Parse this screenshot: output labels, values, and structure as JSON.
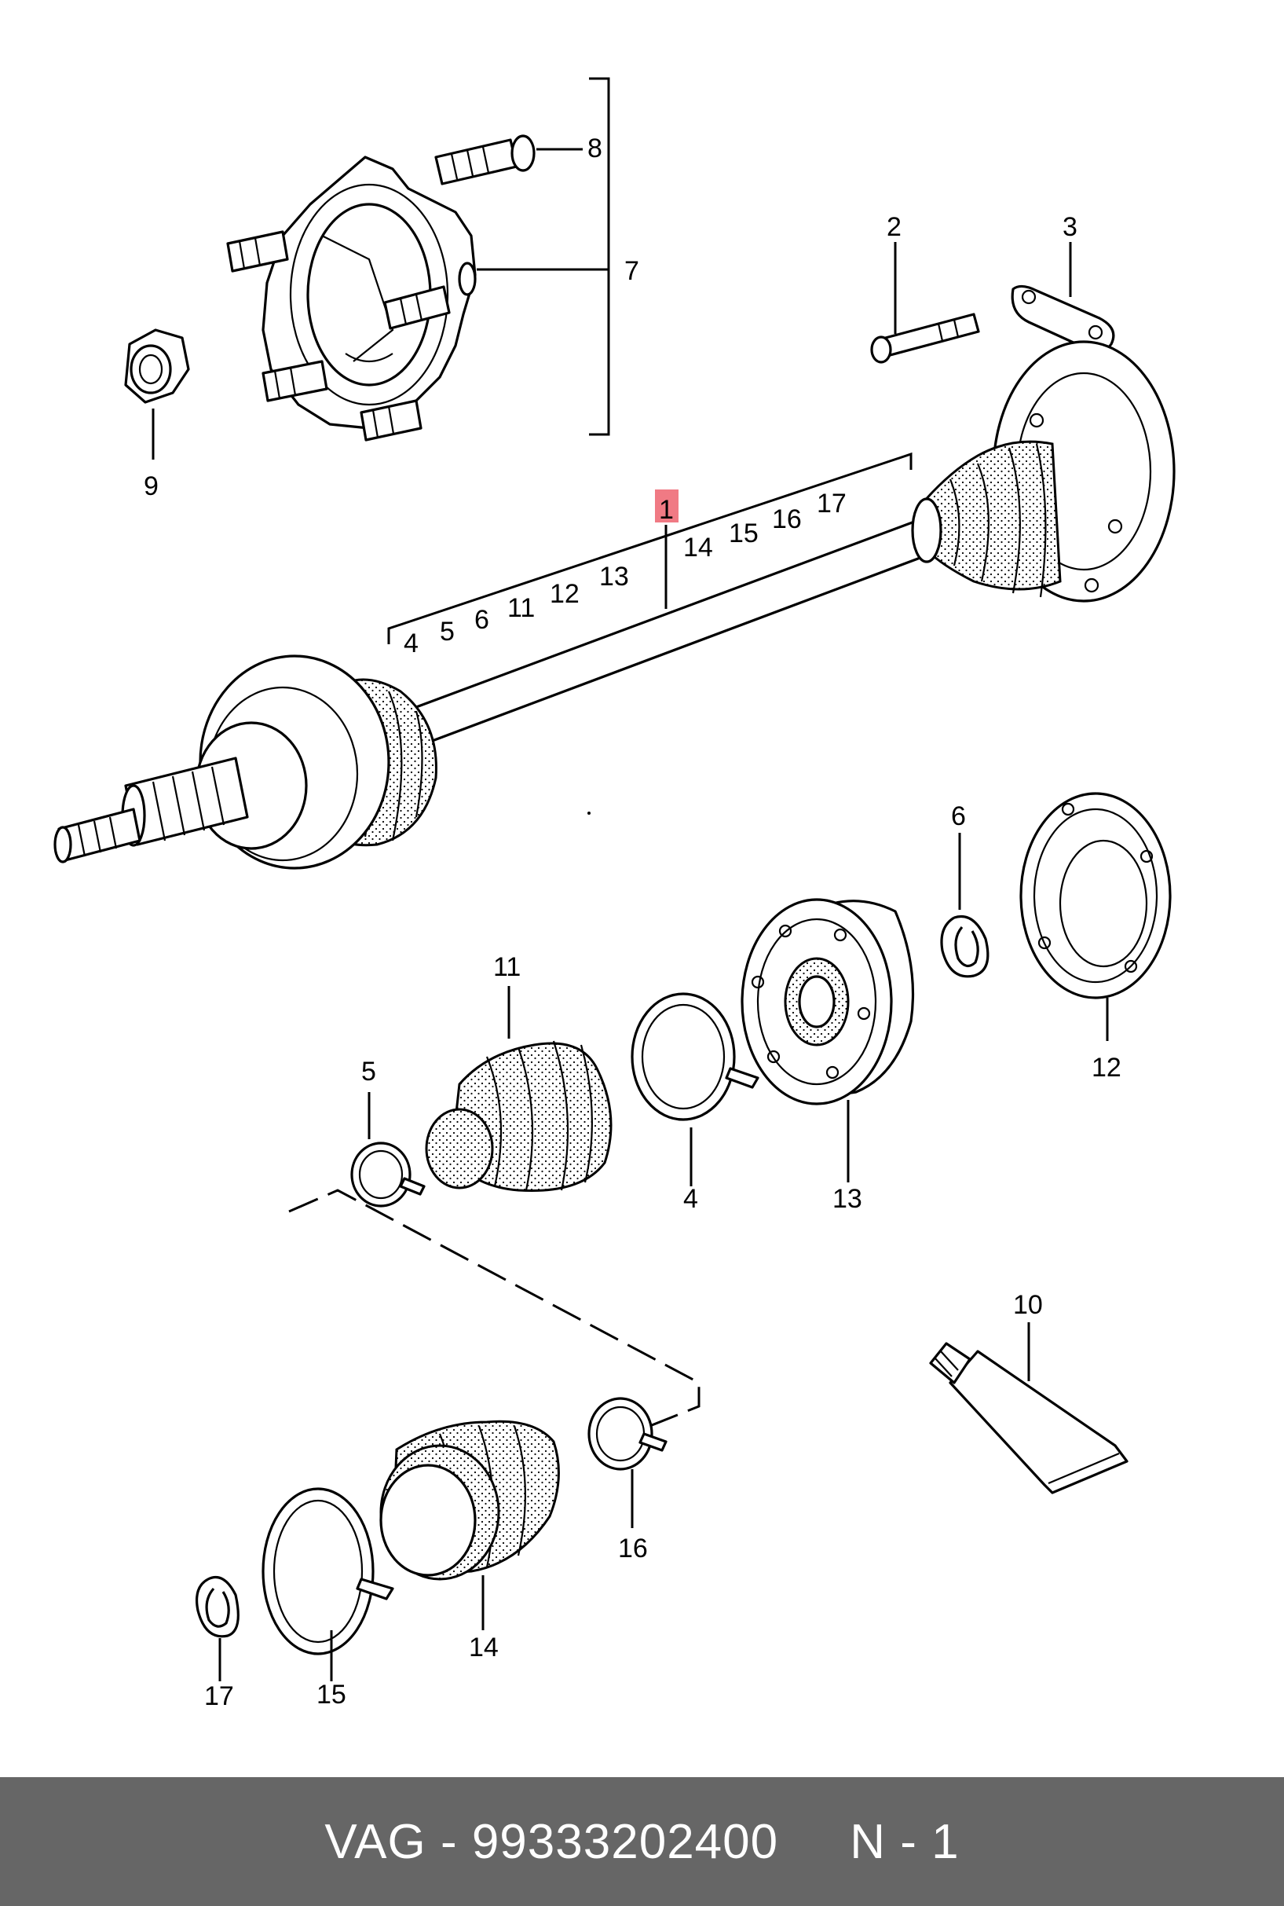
{
  "labels": {
    "l1": "1",
    "l2": "2",
    "l3": "3",
    "l7": "7",
    "l8": "8",
    "l9": "9",
    "l10": "10",
    "g4": "4",
    "g5": "5",
    "g6": "6",
    "g11": "11",
    "g12": "12",
    "g13": "13",
    "g14": "14",
    "g15": "15",
    "g16": "16",
    "g17": "17",
    "b11": "11",
    "b5": "5",
    "b4": "4",
    "b13": "13",
    "b6": "6",
    "b12": "12",
    "c17": "17",
    "c15": "15",
    "c14": "14",
    "c16": "16"
  },
  "footer": {
    "brand": "VAG",
    "sep": " - ",
    "part_number": "99333202400",
    "gap": "     ",
    "suffix": "N - 1"
  },
  "colors": {
    "highlight": "#f07a84",
    "footer_bg": "#666666"
  }
}
